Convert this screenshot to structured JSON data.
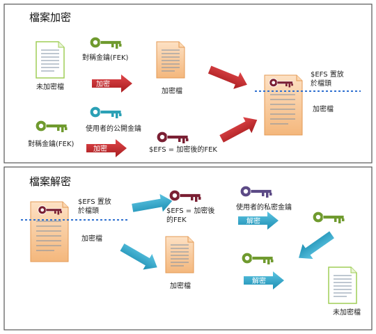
{
  "encrypt": {
    "title": "檔案加密",
    "plain_file_label": "未加密檔",
    "fek_label": "對稱金鑰(FEK)",
    "encrypt_arrow_label": "加密",
    "encrypted_file_label": "加密檔",
    "public_key_label": "使用者的公開金鑰",
    "fek_label_2": "對稱金鑰(FEK)",
    "encrypt_arrow_label_2": "加密",
    "efs_label": "$EFS = 加密後的FEK",
    "header_note_line1": "$EFS 置放",
    "header_note_line2": "於檔頭",
    "result_file_label": "加密檔"
  },
  "decrypt": {
    "title": "檔案解密",
    "header_note_line1": "$EFS 置放",
    "header_note_line2": "於檔頭",
    "source_file_label": "加密檔",
    "efs_line1": "$EFS = 加密後",
    "efs_line2": "的FEK",
    "private_key_label": "使用者的私密金鑰",
    "decrypt_arrow_label": "解密",
    "decrypt_arrow_label_2": "解密",
    "encrypted_file_label": "加密檔",
    "result_file_label": "未加密檔"
  },
  "colors": {
    "key_green": "#6f9a2e",
    "key_teal": "#2aa0b5",
    "key_maroon": "#7a1f33",
    "key_purple": "#5c4a86",
    "red_arrow": "#c0282b",
    "blue_arrow": "#2ba3c7",
    "file_orange": "#f7c89a",
    "file_plain_border": "#9fce56"
  }
}
